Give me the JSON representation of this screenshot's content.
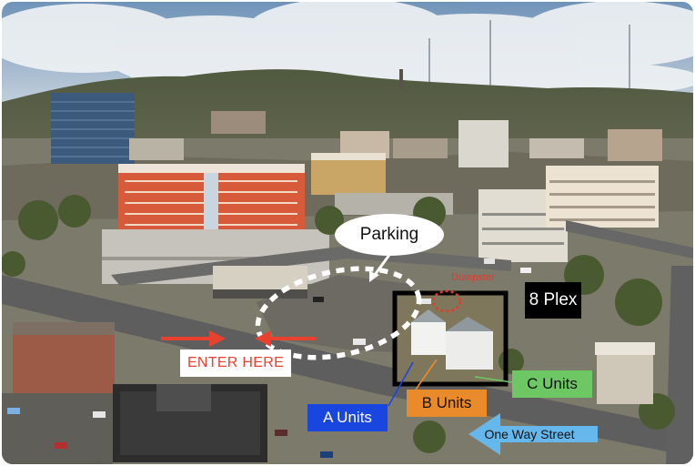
{
  "labels": {
    "parking": "Parking",
    "dumpster": "Dumpster",
    "eight_plex": "8 Plex",
    "enter_here": "ENTER HERE",
    "a_units": "A Units",
    "b_units": "B Units",
    "c_units": "C Units",
    "one_way_street": "One Way Street"
  },
  "colors": {
    "a_units": "#1a46e0",
    "b_units": "#e98a2b",
    "c_units": "#6dc864",
    "one_way_arrow": "#66b8ec",
    "enter_arrows": "#e8412f",
    "dumpster_circle": "#e23b2e",
    "plex_outline": "#000000"
  },
  "icons": [
    "enter-arrow-right",
    "enter-arrow-left",
    "one-way-arrow-left",
    "parking-pointer-arrow"
  ]
}
